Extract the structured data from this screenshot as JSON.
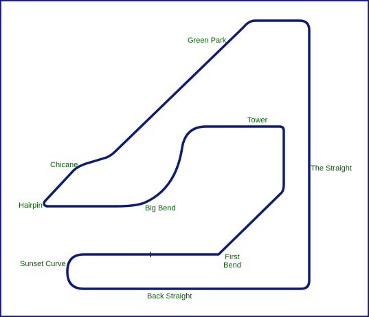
{
  "colors": {
    "track": "#0d1b80",
    "label": "#006400",
    "frame": "#1a1aa6",
    "background": "#ffffff"
  },
  "labels": {
    "green_park": "Green Park",
    "tower": "Tower",
    "the_straight": "The Straight",
    "chicane": "Chicane",
    "hairpin": "Hairpin",
    "big_bend": "Big Bend",
    "sunset_curve": "Sunset Curve",
    "first_bend_line1": "First",
    "first_bend_line2": "Bend",
    "back_straight": "Back Straight"
  }
}
